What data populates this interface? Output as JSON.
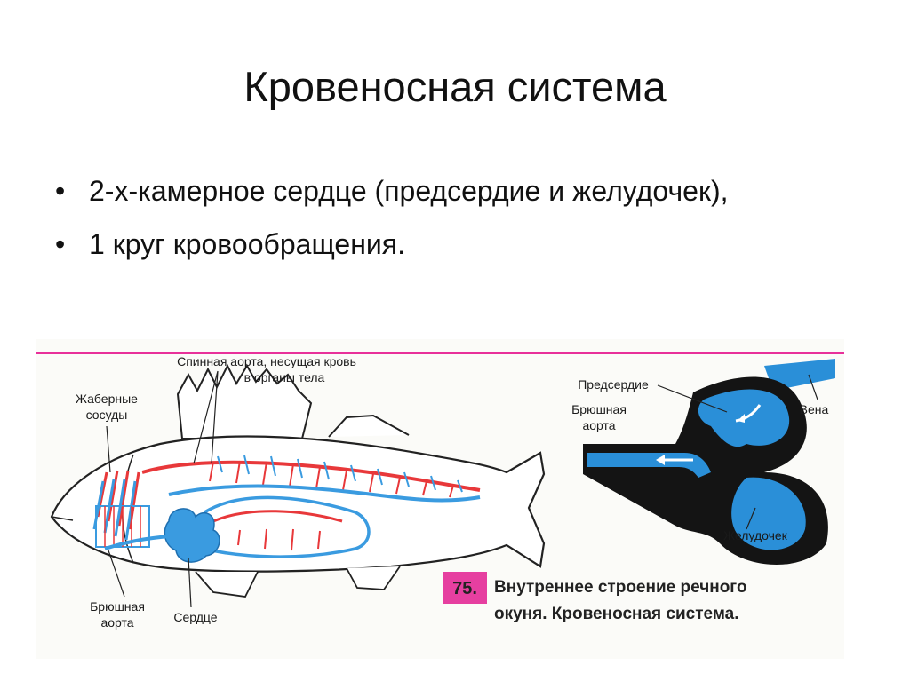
{
  "slide": {
    "title": "Кровеносная система",
    "bullets": [
      {
        "dot": "•",
        "text": "2-х-камерное сердце (предсердие и желудочек),"
      },
      {
        "dot": "•",
        "text": "1 круг кровообращения."
      }
    ]
  },
  "figure": {
    "labels": {
      "dorsal_aorta_1": "Спинная аорта, несущая кровь",
      "dorsal_aorta_2": "в органы тела",
      "gill_vessels_1": "Жаберные",
      "gill_vessels_2": "сосуды",
      "ventral_aorta_1": "Брюшная",
      "ventral_aorta_2": "аорта",
      "heart": "Сердце",
      "atrium": "Предсердие",
      "vein": "Вена",
      "heart_ventral_aorta_1": "Брюшная",
      "heart_ventral_aorta_2": "аорта",
      "ventricle": "Желудочек"
    },
    "caption": {
      "number": "75.",
      "line1": "Внутреннее строение речного",
      "line2": "окуня. Кровеносная система."
    },
    "colors": {
      "artery": "#e8383a",
      "vein": "#3a9be0",
      "heart_blue": "#2a8fd8",
      "heart_dark": "#141414",
      "badge": "#e63fa0",
      "top_rule": "#e8309a"
    }
  }
}
